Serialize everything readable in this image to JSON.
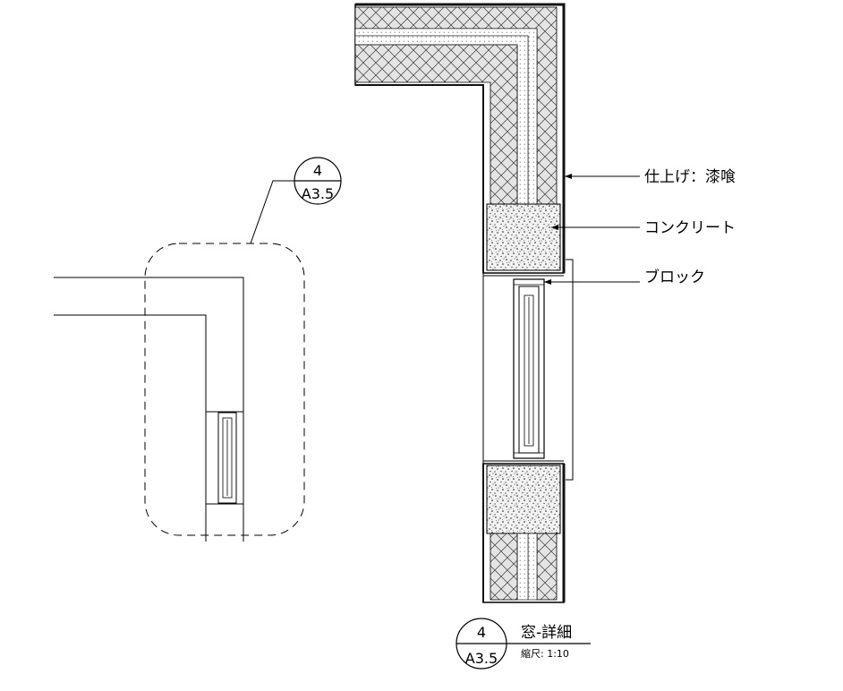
{
  "key_plan": {
    "callout_number": "4",
    "callout_sheet": "A3.5"
  },
  "annotations": {
    "finish": "仕上げ：漆喰",
    "concrete": "コンクリート",
    "block": "ブロック"
  },
  "title_block": {
    "number": "4",
    "sheet": "A3.5",
    "title": "窓-詳細",
    "scale": "縮尺:  1:10"
  }
}
